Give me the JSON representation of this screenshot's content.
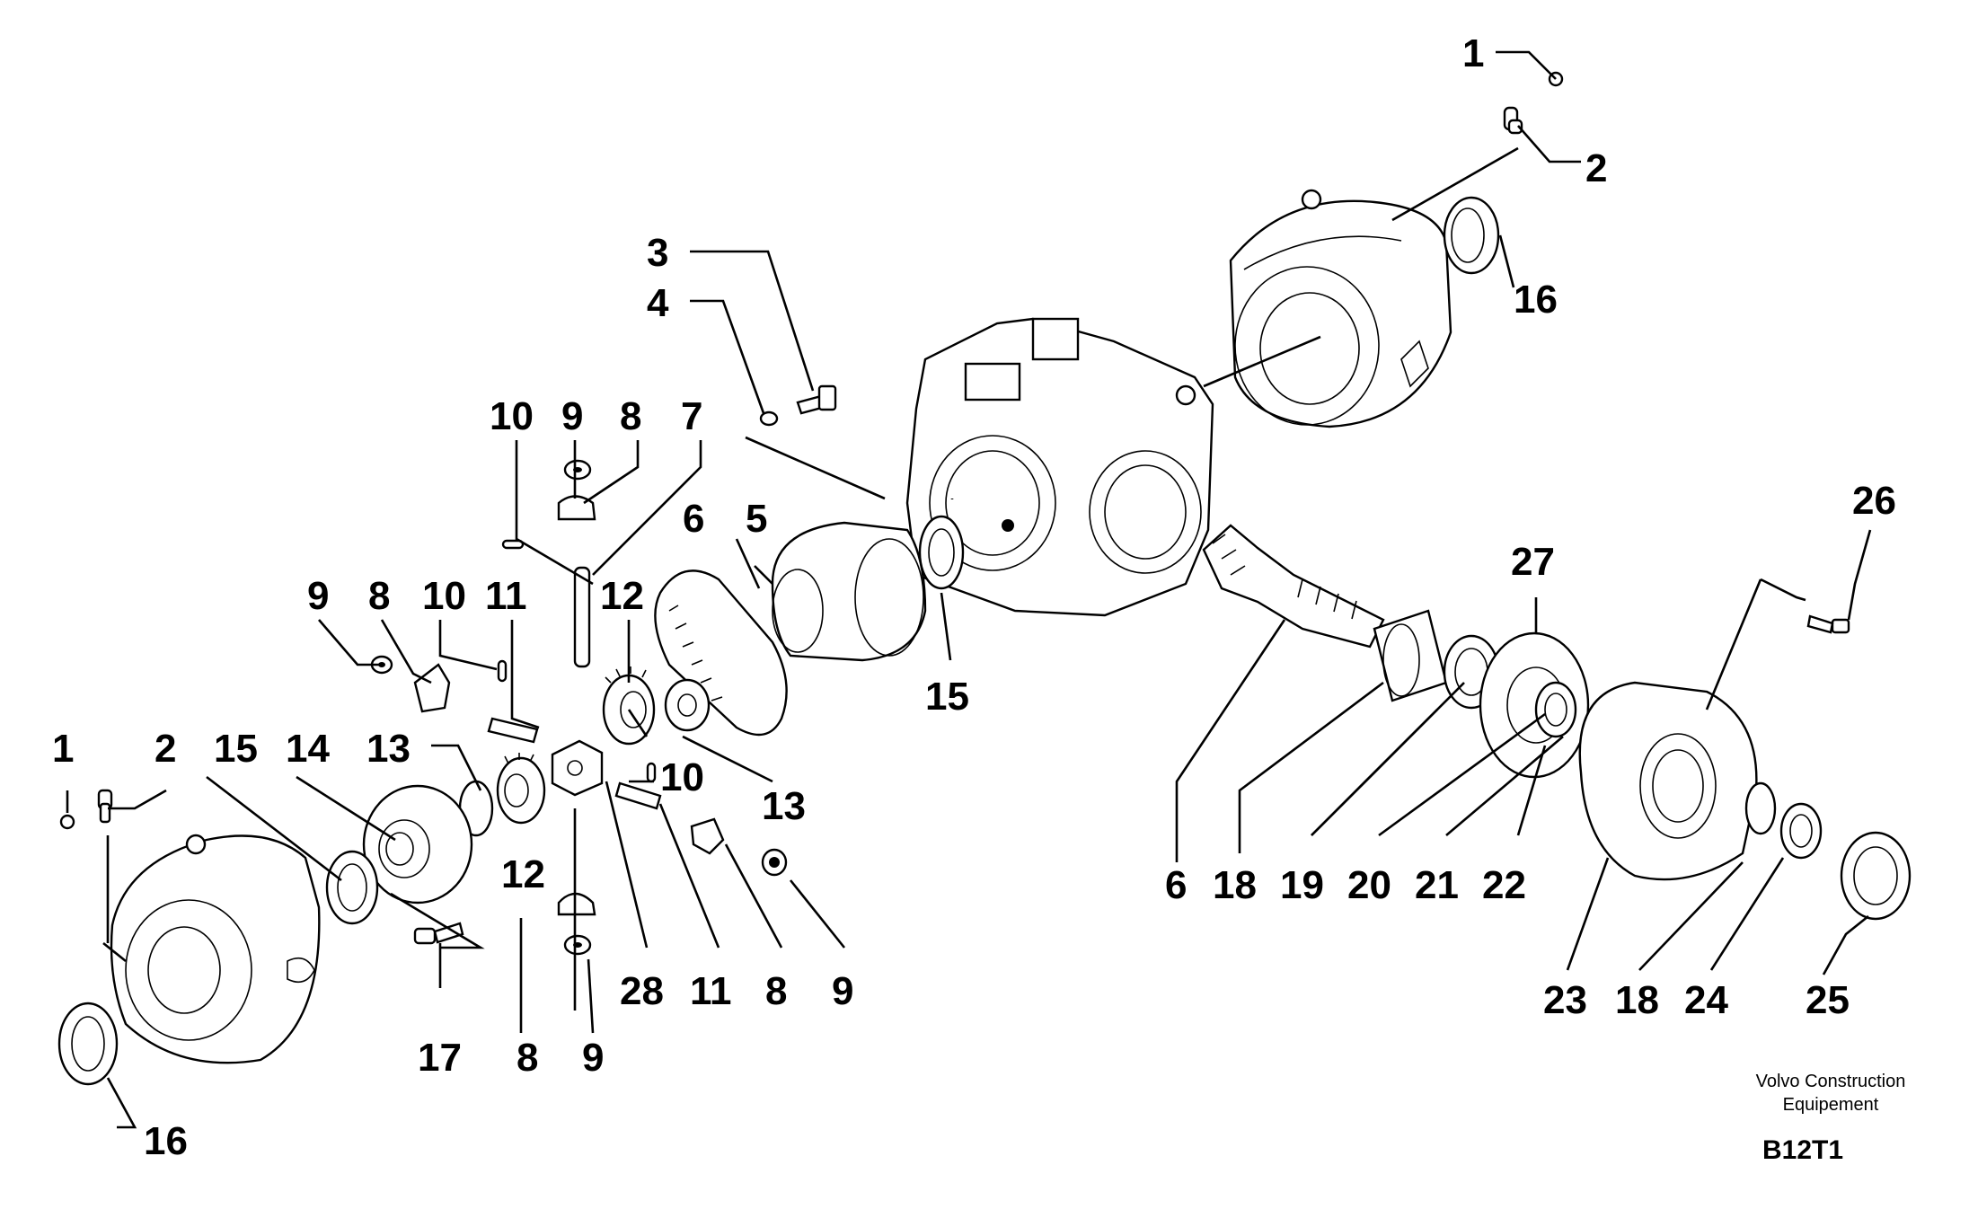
{
  "diagram": {
    "callouts": [
      "1",
      "2",
      "3",
      "4",
      "5",
      "6",
      "7",
      "8",
      "9",
      "10",
      "11",
      "12",
      "13",
      "14",
      "15",
      "16",
      "17",
      "18",
      "19",
      "20",
      "21",
      "22",
      "23",
      "24",
      "25",
      "26",
      "27",
      "28"
    ],
    "credit_line_1": "Volvo Construction",
    "credit_line_2": "Equipement",
    "figure_code": "B12T1"
  }
}
